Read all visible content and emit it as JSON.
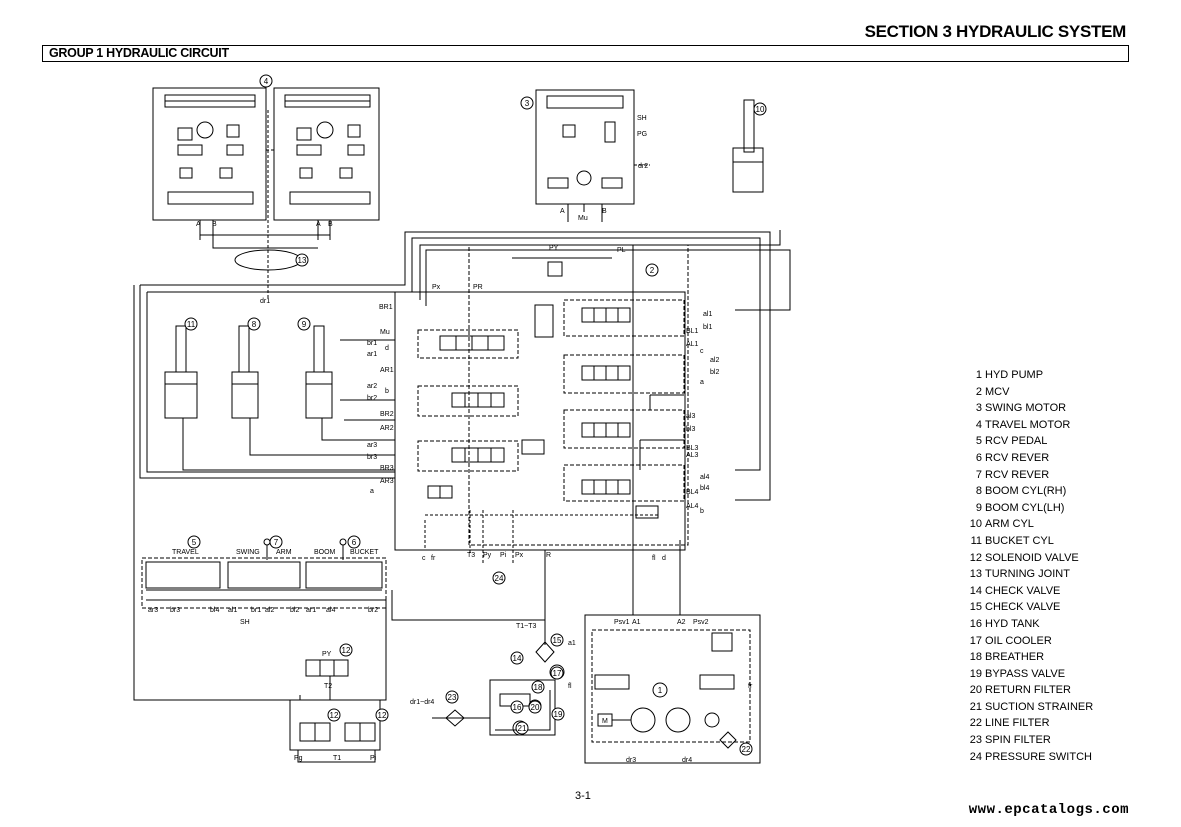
{
  "header": {
    "section_title": "SECTION 3 HYDRAULIC SYSTEM",
    "group_title": "GROUP 1 HYDRAULIC CIRCUIT"
  },
  "legend": [
    {
      "num": "1",
      "label": "HYD PUMP"
    },
    {
      "num": "2",
      "label": "MCV"
    },
    {
      "num": "3",
      "label": "SWING MOTOR"
    },
    {
      "num": "4",
      "label": "TRAVEL MOTOR"
    },
    {
      "num": "5",
      "label": "RCV PEDAL"
    },
    {
      "num": "6",
      "label": "RCV REVER"
    },
    {
      "num": "7",
      "label": "RCV REVER"
    },
    {
      "num": "8",
      "label": "BOOM CYL(RH)"
    },
    {
      "num": "9",
      "label": "BOOM CYL(LH)"
    },
    {
      "num": "10",
      "label": "ARM CYL"
    },
    {
      "num": "11",
      "label": "BUCKET CYL"
    },
    {
      "num": "12",
      "label": "SOLENOID VALVE"
    },
    {
      "num": "13",
      "label": "TURNING JOINT"
    },
    {
      "num": "14",
      "label": "CHECK VALVE"
    },
    {
      "num": "15",
      "label": "CHECK VALVE"
    },
    {
      "num": "16",
      "label": "HYD TANK"
    },
    {
      "num": "17",
      "label": "OIL COOLER"
    },
    {
      "num": "18",
      "label": "BREATHER"
    },
    {
      "num": "19",
      "label": "BYPASS VALVE"
    },
    {
      "num": "20",
      "label": "RETURN FILTER"
    },
    {
      "num": "21",
      "label": "SUCTION STRAINER"
    },
    {
      "num": "22",
      "label": "LINE FILTER"
    },
    {
      "num": "23",
      "label": "SPIN FILTER"
    },
    {
      "num": "24",
      "label": "PRESSURE SWITCH"
    }
  ],
  "diagram": {
    "callouts": [
      "1",
      "2",
      "3",
      "4",
      "5",
      "6",
      "7",
      "8",
      "9",
      "10",
      "11",
      "12",
      "12",
      "12",
      "13",
      "14",
      "15",
      "16",
      "17",
      "18",
      "19",
      "20",
      "21",
      "22",
      "23",
      "24"
    ],
    "labels": {
      "tm_a1": "A",
      "tm_b1": "B",
      "tm_a2": "A",
      "tm_b2": "B",
      "dr1": "dr1",
      "dr2": "dr2",
      "dr3": "dr3",
      "dr4": "dr4",
      "dr1_dr4": "dr1~dr4",
      "sm_sh": "SH",
      "sm_pg": "PG",
      "sm_a": "A",
      "sm_b": "B",
      "sm_mu": "Mu",
      "py": "PY",
      "pl": "PL",
      "px": "Px",
      "pr": "PR",
      "br1": "BR1",
      "mu": "Mu",
      "br1_l": "br1",
      "d": "d",
      "ar1_l": "ar1",
      "ar1": "AR1",
      "ar2_l": "ar2",
      "b": "b",
      "br2_l": "br2",
      "br2": "BR2",
      "ar2": "AR2",
      "ar3_l": "ar3",
      "br3_l": "br3",
      "br3": "BR3",
      "ar3": "AR3",
      "a": "a",
      "al1_l": "al1",
      "bl1_l": "bl1",
      "bl1": "BL1",
      "al1": "AL1",
      "c": "c",
      "al2_l": "al2",
      "bl2_l": "bl2",
      "a2": "a",
      "al3_l": "al3",
      "bl3_l": "bl3",
      "bl3": "BL3",
      "al3": "AL3",
      "al4_l": "al4",
      "bl4_l": "bl4",
      "bl4": "BL4",
      "al4": "AL4",
      "b2": "b",
      "c2": "c",
      "fr": "fr",
      "t3": "T3",
      "py2": "Py",
      "pi": "Pi",
      "px2": "Px",
      "r": "R",
      "fl": "fl",
      "d2": "d",
      "travel": "TRAVEL",
      "swing": "SWING",
      "arm": "ARM",
      "boom": "BOOM",
      "bucket": "BUCKET",
      "p_ar3": "ar3",
      "p_br3": "br3",
      "p_bl4": "bl4",
      "p_al1": "al1",
      "p_br1": "br1",
      "p_al2": "al2",
      "p_bl2": "bl2",
      "p_ar1": "ar1",
      "p_al4": "al4",
      "p_br2": "br2",
      "p_sh": "SH",
      "sol_py": "PY",
      "t2": "T2",
      "pg": "Pg",
      "t1": "T1",
      "pi2": "Pi",
      "t1_t3": "T1~T3",
      "a1s": "a1",
      "psv1": "Psv1",
      "pa1": "A1",
      "pa2": "A2",
      "psv2": "Psv2",
      "pfl": "fl",
      "pfr": "fr",
      "motor": "M"
    }
  },
  "footer": {
    "page_number": "3-1",
    "watermark": "www.epcatalogs.com"
  }
}
